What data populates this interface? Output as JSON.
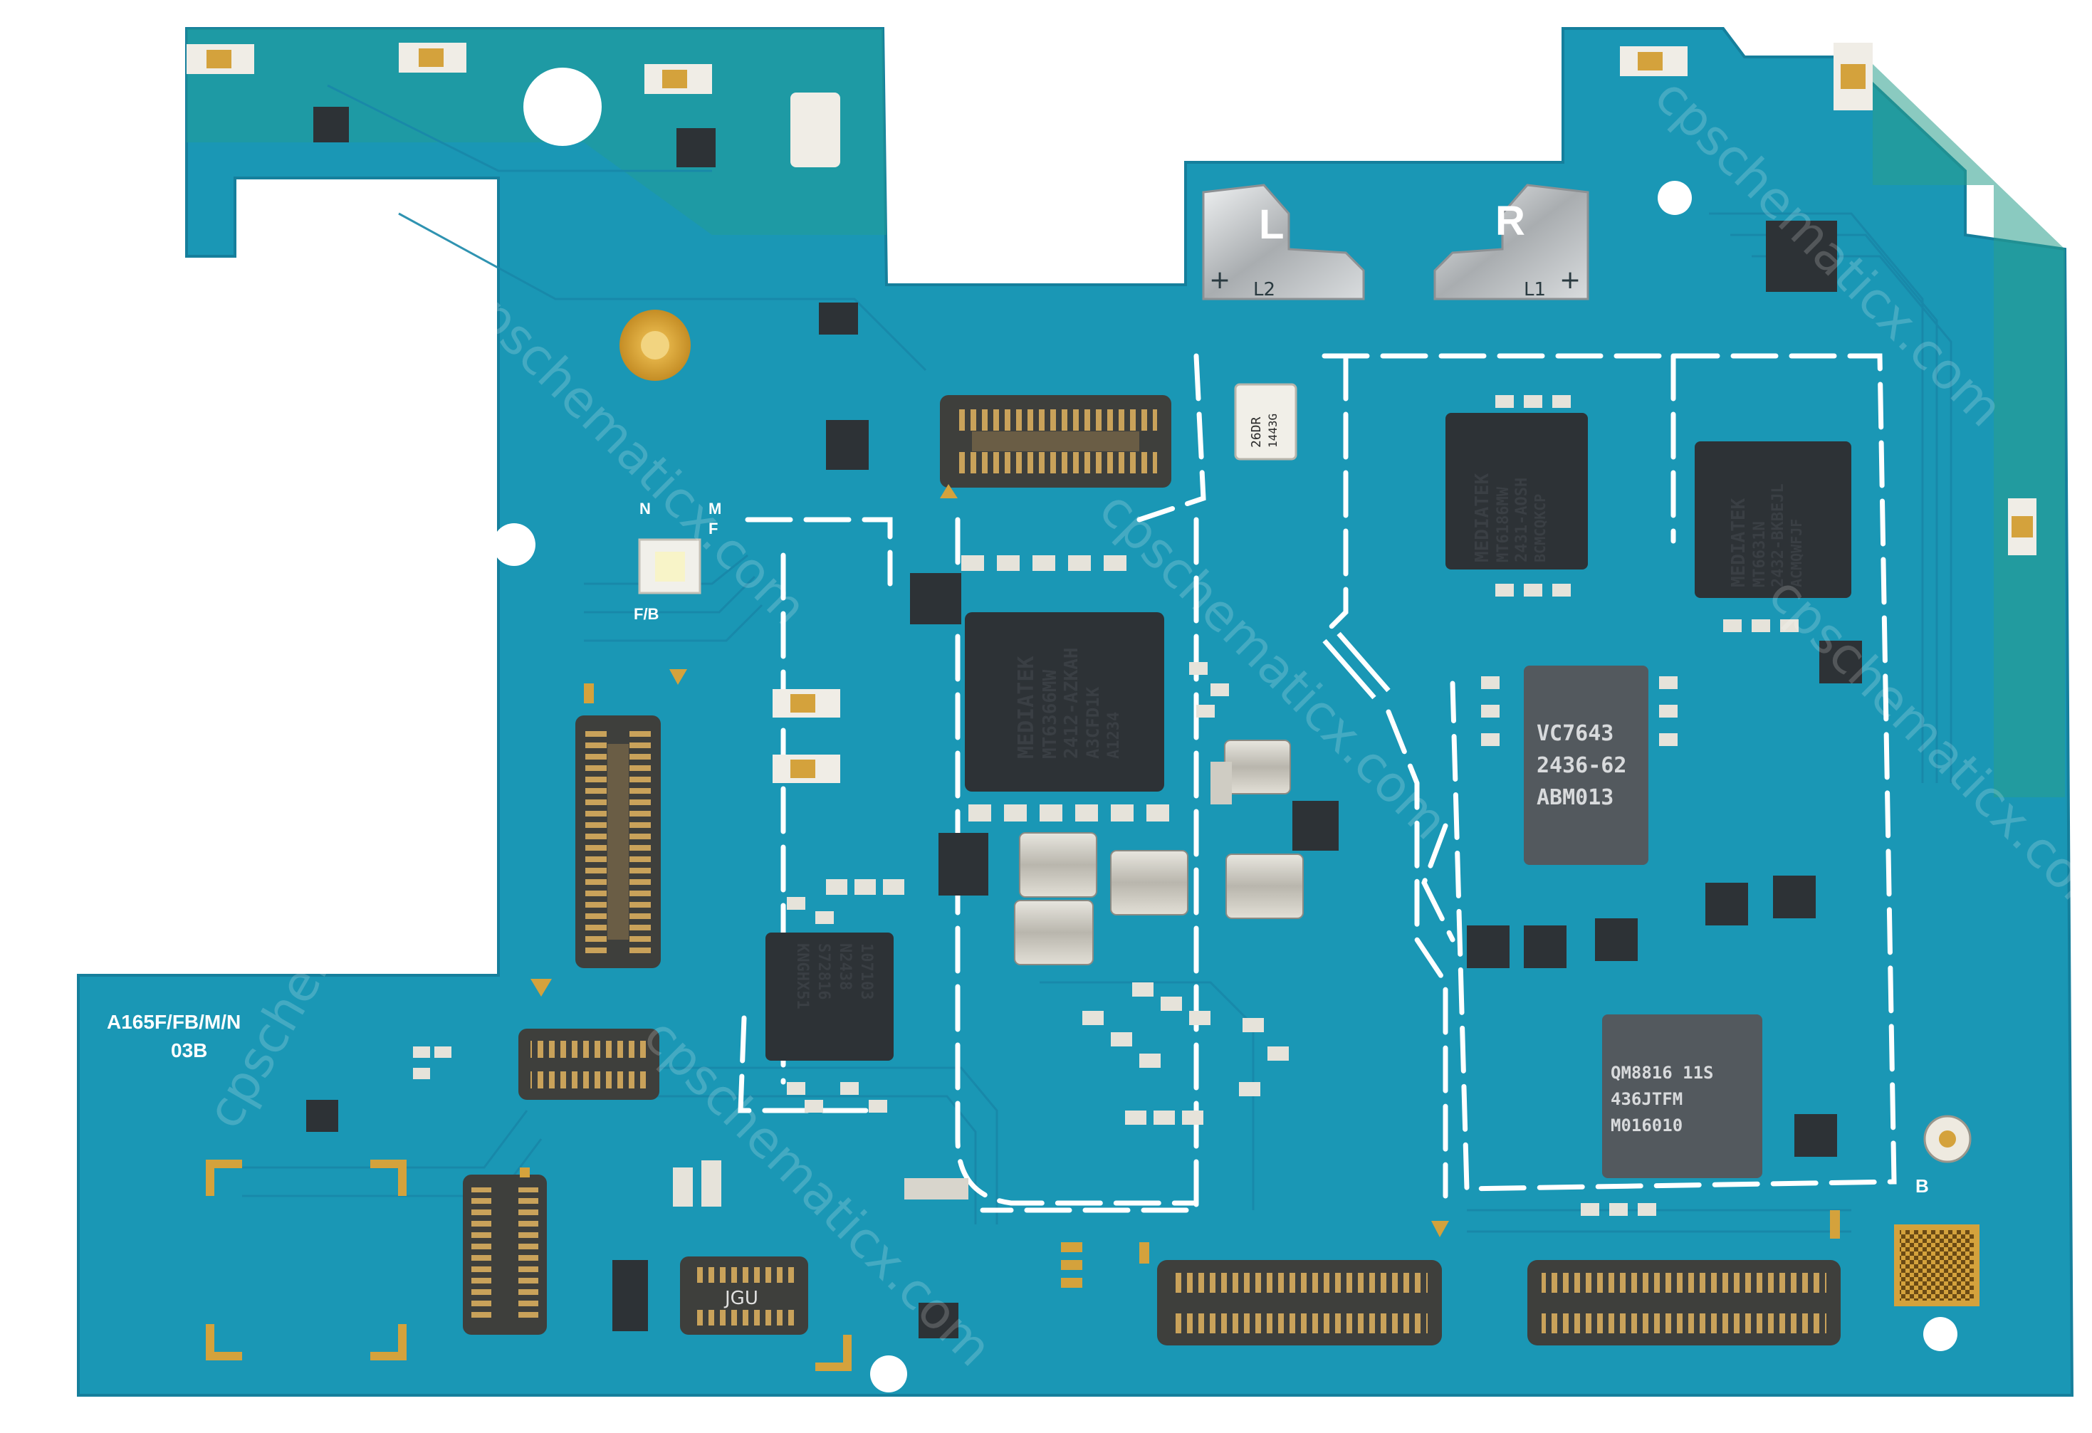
{
  "board": {
    "model": "A165F/FB/M/N",
    "revision": "03B",
    "silk_b": "B",
    "silk_n": "N",
    "silk_m": "M",
    "silk_f": "F",
    "silk_fb": "F/B"
  },
  "battery_contacts": {
    "left_letter": "L",
    "left_sub": "L2",
    "right_letter": "R",
    "right_sub": "L1",
    "plus": "+"
  },
  "chips": {
    "main": {
      "l1": "MEDIATEK",
      "l2": "MT6366MW",
      "l3": "2412-AZKAH",
      "l4": "A3CFD1K",
      "l5": "A1234"
    },
    "rf1": {
      "l1": "MEDIATEK",
      "l2": "MT6186MW",
      "l3": "2431-AOSH",
      "l4": "BCMCQKCP"
    },
    "rf2": {
      "l1": "MEDIATEK",
      "l2": "MT6631N",
      "l3": "2432-BKBEJL",
      "l4": "ACMQWFJF"
    },
    "pa": {
      "l1": "VC7643",
      "l2": "2436-62",
      "l3": "ABM013"
    },
    "fem": {
      "l1": "QM8816 11S",
      "l2": "436JTFM",
      "l3": "M016010"
    },
    "pmic": {
      "l1": "107103",
      "l2": "N2438",
      "l3": "S72816",
      "l4": "KNGHX51"
    },
    "osc": {
      "l1": "26DR",
      "l2": "1443G"
    },
    "connector_small": "JGU"
  },
  "watermark": "cpschematicx.com",
  "colors": {
    "pcb": "#1a97b5",
    "pcb_edge": "#157f9c",
    "pcb_green": "#2a9e8c",
    "trace": "#1887a8",
    "gold": "#d4a23c",
    "ic": "#2d3236",
    "connector": "#3e3f3c",
    "metal": "#c9cdcf",
    "silk": "#ffffff"
  }
}
